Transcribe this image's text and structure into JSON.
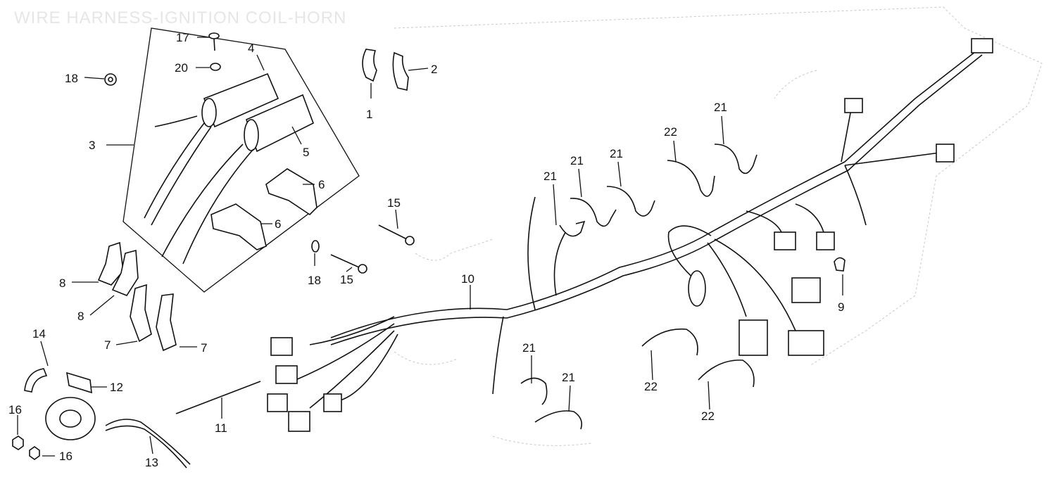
{
  "title": "WIRE HARNESS-IGNITION COIL-HORN",
  "callouts": [
    {
      "id": "c1",
      "text": "1"
    },
    {
      "id": "c2",
      "text": "2"
    },
    {
      "id": "c3",
      "text": "3"
    },
    {
      "id": "c4",
      "text": "4"
    },
    {
      "id": "c5",
      "text": "5"
    },
    {
      "id": "c6a",
      "text": "6"
    },
    {
      "id": "c6b",
      "text": "6"
    },
    {
      "id": "c7a",
      "text": "7"
    },
    {
      "id": "c7b",
      "text": "7"
    },
    {
      "id": "c8a",
      "text": "8"
    },
    {
      "id": "c8b",
      "text": "8"
    },
    {
      "id": "c9",
      "text": "9"
    },
    {
      "id": "c10",
      "text": "10"
    },
    {
      "id": "c11",
      "text": "11"
    },
    {
      "id": "c12",
      "text": "12"
    },
    {
      "id": "c13",
      "text": "13"
    },
    {
      "id": "c14",
      "text": "14"
    },
    {
      "id": "c15a",
      "text": "15"
    },
    {
      "id": "c15b",
      "text": "15"
    },
    {
      "id": "c16a",
      "text": "16"
    },
    {
      "id": "c16b",
      "text": "16"
    },
    {
      "id": "c17",
      "text": "17"
    },
    {
      "id": "c18a",
      "text": "18"
    },
    {
      "id": "c18b",
      "text": "18"
    },
    {
      "id": "c20",
      "text": "20"
    },
    {
      "id": "c21a",
      "text": "21"
    },
    {
      "id": "c21b",
      "text": "21"
    },
    {
      "id": "c21c",
      "text": "21"
    },
    {
      "id": "c21d",
      "text": "21"
    },
    {
      "id": "c21e",
      "text": "21"
    },
    {
      "id": "c21f",
      "text": "21"
    },
    {
      "id": "c22a",
      "text": "22"
    },
    {
      "id": "c22b",
      "text": "22"
    },
    {
      "id": "c22c",
      "text": "22"
    }
  ]
}
